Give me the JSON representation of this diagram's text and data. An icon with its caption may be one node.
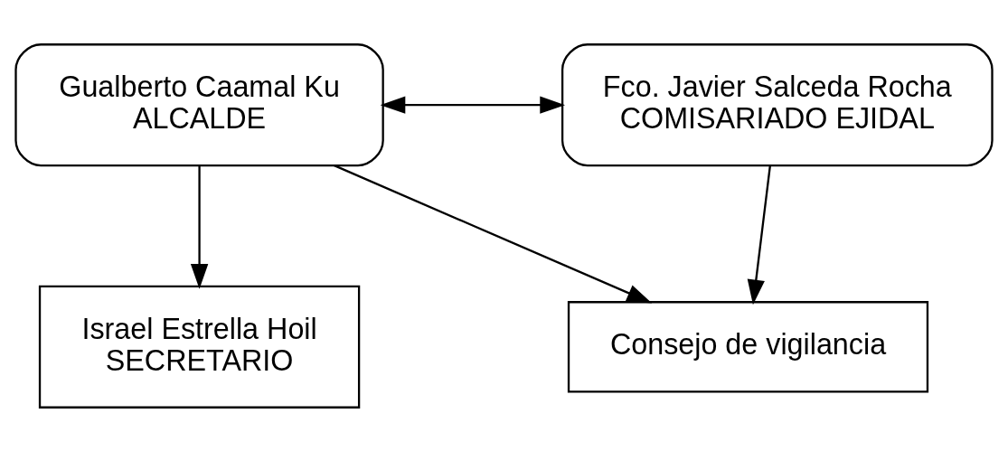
{
  "diagram": {
    "nodes": [
      {
        "text": [
          "Gualberto Caamal Ku",
          "ALCALDE"
        ]
      },
      {
        "text": [
          "Fco. Javier Salceda Rocha",
          "COMISARIADO EJIDAL"
        ]
      },
      {
        "text": [
          "Israel Estrella Hoil",
          "SECRETARIO"
        ]
      },
      {
        "text": [
          "Consejo de vigilancia"
        ]
      }
    ],
    "edges": [
      {
        "from": 0,
        "to": 1,
        "arrow": "both"
      },
      {
        "from": 0,
        "to": 2,
        "arrow": "to"
      },
      {
        "from": 0,
        "to": 3,
        "arrow": "to"
      },
      {
        "from": 1,
        "to": 3,
        "arrow": "to"
      }
    ]
  }
}
